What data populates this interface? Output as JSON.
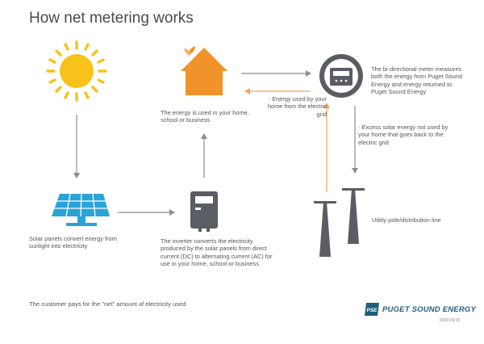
{
  "title": "How net metering works",
  "captions": {
    "solar_panels": "Solar panels convert energy from sunlight into electricity",
    "house": "The energy is used in your home, school or business",
    "meter": "The bi-directional meter measures both the energy from Puget Sound Energy and energy returned to Puget Sound Energy",
    "inverter": "The inverter converts the electricity produced by the solar panels from direct current (DC) to alternating current (AC) for use in your home, school or business",
    "energy_used": "Energy used by your home from the electric grid",
    "excess_solar": "Excess solar energy not used by your home that goes back to the electric grid",
    "utility_pole": "Utility pole/distribution line",
    "dash_marker": "-"
  },
  "footer": "The customer pays for the \"net\" amount of electricity used",
  "logo": {
    "badge": "PSE",
    "name": "PUGET SOUND ENERGY",
    "code": "6509-09/16"
  },
  "colors": {
    "sun": "#f7c31a",
    "house": "#f0932b",
    "panel": "#2aa3d6",
    "gray_icon": "#5a5d63",
    "arrow_gray": "#8c8c8c",
    "arrow_orange": "#f3a35a",
    "pse_blue": "#1f5f7a"
  },
  "icons": [
    "sun-icon",
    "house-icon",
    "meter-icon",
    "solar-panel-icon",
    "inverter-icon",
    "utility-pole-icon"
  ]
}
